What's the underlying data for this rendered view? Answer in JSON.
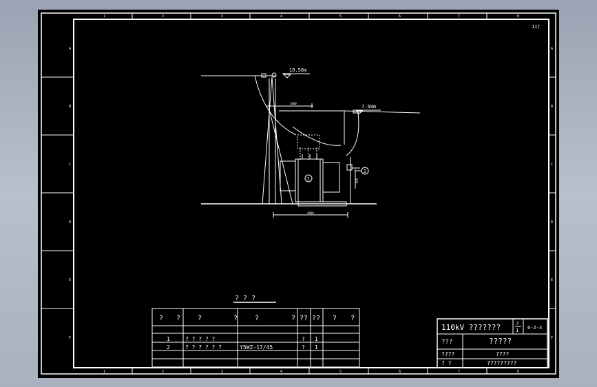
{
  "sheet": {
    "columns": [
      "1",
      "2",
      "3",
      "4",
      "5",
      "6",
      "7",
      "8"
    ],
    "rows": [
      "A",
      "B",
      "C",
      "D",
      "E",
      "F"
    ],
    "page_number": "11†"
  },
  "elevation": {
    "level_high": "10.50m",
    "level_low": "7.50m",
    "dim_horizontal_top": "2800",
    "dim_vertical": "805",
    "dim_bottom": "4800",
    "callout_1": "1",
    "callout_2": "2"
  },
  "parts_table": {
    "title": "? ? ?",
    "headers": [
      "?",
      "?",
      "?",
      "?",
      "?",
      "?",
      "??",
      "??",
      "?",
      "?"
    ],
    "rows": [
      {
        "no": "1",
        "name": "? ? ? ? ?",
        "model": "",
        "unit": "?",
        "qty": "1",
        "note": ""
      },
      {
        "no": "2",
        "name": "? ? ? ? ? ?",
        "model": "Y5WZ-17/45",
        "unit": "?",
        "qty": "1",
        "note": ""
      }
    ]
  },
  "title_block": {
    "project": "110kV ???????",
    "sheet_frac_top": "?",
    "sheet_frac_bottom": "1",
    "drawing_no": "0-2-3",
    "label_1": "???",
    "value_1": "?????",
    "label_2": "????",
    "value_2": "????",
    "label_3": "?  ?",
    "value_3": "?????????"
  }
}
